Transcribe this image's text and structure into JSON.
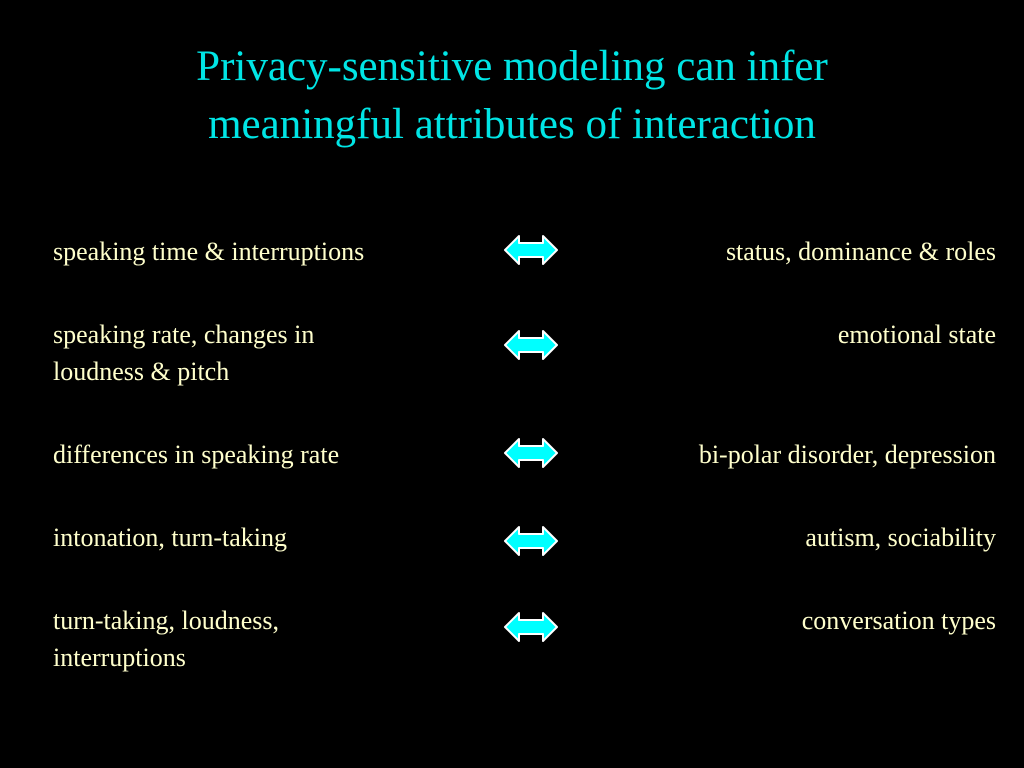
{
  "slide": {
    "title_lines": [
      "Privacy-sensitive modeling can infer",
      "meaningful attributes of interaction"
    ],
    "rows": [
      {
        "left_lines": [
          "speaking time & interruptions"
        ],
        "right": "status, dominance & roles"
      },
      {
        "left_lines": [
          "speaking rate, changes in",
          "loudness & pitch"
        ],
        "right": "emotional state"
      },
      {
        "left_lines": [
          "differences in speaking rate"
        ],
        "right": "bi-polar disorder, depression"
      },
      {
        "left_lines": [
          "intonation, turn-taking"
        ],
        "right": "autism, sociability"
      },
      {
        "left_lines": [
          "turn-taking, loudness,",
          "interruptions"
        ],
        "right": "conversation types"
      }
    ],
    "arrow_icon": "double-headed-arrow-icon",
    "colors": {
      "background": "#000000",
      "title": "#00E5E5",
      "body_text": "#FFFFCC",
      "arrow_fill": "#00FFFF",
      "arrow_stroke": "#FFFFFF"
    }
  }
}
